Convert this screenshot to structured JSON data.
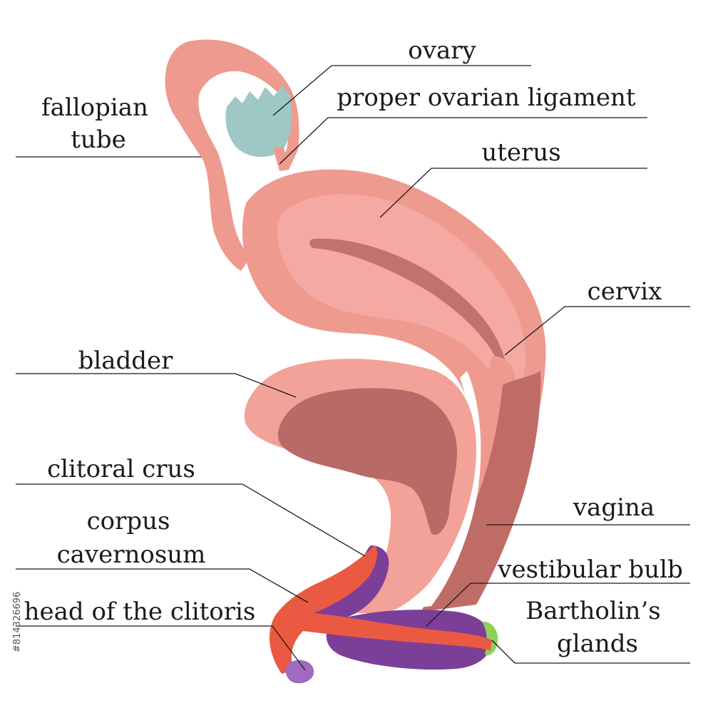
{
  "labels": {
    "ovary": "ovary",
    "fallopian_tube_1": "fallopian",
    "fallopian_tube_2": "tube",
    "proper_ovarian_ligament": "proper ovarian ligament",
    "uterus": "uterus",
    "cervix": "cervix",
    "bladder": "bladder",
    "clitoral_crus": "clitoral crus",
    "corpus_cavernosum_1": "corpus",
    "corpus_cavernosum_2": "cavernosum",
    "vagina": "vagina",
    "vestibular_bulb": "vestibular bulb",
    "head_of_clitoris": "head of the clitoris",
    "bartholins_1": "Bartholin’s",
    "bartholins_2": "glands"
  },
  "stock_id": "#814326696",
  "colors": {
    "uterus_outer": "#ee9a8e",
    "uterus_inner": "#f4aaa2",
    "uterus_cavity": "#c2726c",
    "bladder_outer": "#f2a298",
    "bladder_inner": "#b86a66",
    "vagina_wall": "#c06c66",
    "ovary": "#9fc7c6",
    "corpus": "#ea5a42",
    "bulb": "#7c3f98",
    "clitoris_head": "#a06ac0",
    "bartholin": "#8fd05a"
  }
}
